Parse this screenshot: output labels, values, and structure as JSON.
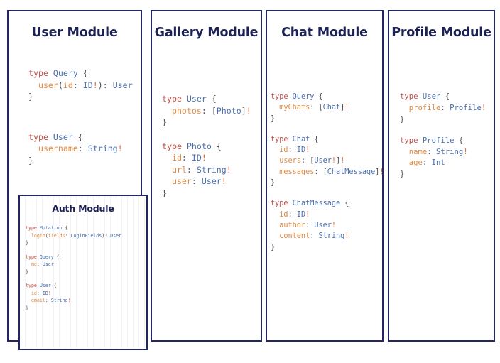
{
  "theme": {
    "border_color": "#232760",
    "title_color": "#1d2254",
    "keyword_color": "#c0504a",
    "typename_color": "#4a6fae",
    "field_color": "#e08a42",
    "bang_color": "#e2693c",
    "brace_color": "#4b4b4b",
    "background": "#ffffff"
  },
  "modules": {
    "user": {
      "title": "User Module",
      "blocks": [
        {
          "lines": [
            [
              {
                "t": "type ",
                "c": "kw"
              },
              {
                "t": "Query",
                "c": "tp"
              },
              {
                "t": " {",
                "c": "br"
              }
            ],
            [
              {
                "t": "  user",
                "c": "fd"
              },
              {
                "t": "(",
                "c": "br"
              },
              {
                "t": "id",
                "c": "fd"
              },
              {
                "t": ": ",
                "c": "pn"
              },
              {
                "t": "ID",
                "c": "tp"
              },
              {
                "t": "!",
                "c": "bang"
              },
              {
                "t": ")",
                "c": "br"
              },
              {
                "t": ": ",
                "c": "pn"
              },
              {
                "t": "User",
                "c": "tp"
              }
            ],
            [
              {
                "t": "}",
                "c": "br"
              }
            ]
          ]
        },
        {
          "lines": [
            [
              {
                "t": "type ",
                "c": "kw"
              },
              {
                "t": "User",
                "c": "tp"
              },
              {
                "t": " {",
                "c": "br"
              }
            ],
            [
              {
                "t": "  username",
                "c": "fd"
              },
              {
                "t": ": ",
                "c": "pn"
              },
              {
                "t": "String",
                "c": "tp"
              },
              {
                "t": "!",
                "c": "bang"
              }
            ],
            [
              {
                "t": "}",
                "c": "br"
              }
            ]
          ]
        }
      ]
    },
    "auth": {
      "title": "Auth Module",
      "blocks": [
        {
          "lines": [
            [
              {
                "t": "type ",
                "c": "kw"
              },
              {
                "t": "Mutation",
                "c": "tp"
              },
              {
                "t": " {",
                "c": "br"
              }
            ],
            [
              {
                "t": "  login",
                "c": "fd"
              },
              {
                "t": "(",
                "c": "br"
              },
              {
                "t": "fields",
                "c": "fd"
              },
              {
                "t": ": ",
                "c": "pn"
              },
              {
                "t": "LoginFields",
                "c": "tp"
              },
              {
                "t": ")",
                "c": "br"
              },
              {
                "t": ": ",
                "c": "pn"
              },
              {
                "t": "User",
                "c": "tp"
              }
            ],
            [
              {
                "t": "}",
                "c": "br"
              }
            ]
          ]
        },
        {
          "lines": [
            [
              {
                "t": "type ",
                "c": "kw"
              },
              {
                "t": "Query",
                "c": "tp"
              },
              {
                "t": " {",
                "c": "br"
              }
            ],
            [
              {
                "t": "  me",
                "c": "fd"
              },
              {
                "t": ": ",
                "c": "pn"
              },
              {
                "t": "User",
                "c": "tp"
              }
            ],
            [
              {
                "t": "}",
                "c": "br"
              }
            ]
          ]
        },
        {
          "lines": [
            [
              {
                "t": "type ",
                "c": "kw"
              },
              {
                "t": "User",
                "c": "tp"
              },
              {
                "t": " {",
                "c": "br"
              }
            ],
            [
              {
                "t": "  id",
                "c": "fd"
              },
              {
                "t": ": ",
                "c": "pn"
              },
              {
                "t": "ID",
                "c": "tp"
              },
              {
                "t": "!",
                "c": "bang"
              }
            ],
            [
              {
                "t": "  email",
                "c": "fd"
              },
              {
                "t": ": ",
                "c": "pn"
              },
              {
                "t": "String",
                "c": "tp"
              },
              {
                "t": "!",
                "c": "bang"
              }
            ],
            [
              {
                "t": "}",
                "c": "br"
              }
            ]
          ]
        }
      ]
    },
    "gallery": {
      "title": "Gallery Module",
      "blocks": [
        {
          "lines": [
            [
              {
                "t": "type ",
                "c": "kw"
              },
              {
                "t": "User",
                "c": "tp"
              },
              {
                "t": " {",
                "c": "br"
              }
            ],
            [
              {
                "t": "  photos",
                "c": "fd"
              },
              {
                "t": ": ",
                "c": "pn"
              },
              {
                "t": "[",
                "c": "br"
              },
              {
                "t": "Photo",
                "c": "tp"
              },
              {
                "t": "]",
                "c": "br"
              },
              {
                "t": "!",
                "c": "bang"
              }
            ],
            [
              {
                "t": "}",
                "c": "br"
              }
            ]
          ]
        },
        {
          "lines": [
            [
              {
                "t": "type ",
                "c": "kw"
              },
              {
                "t": "Photo",
                "c": "tp"
              },
              {
                "t": " {",
                "c": "br"
              }
            ],
            [
              {
                "t": "  id",
                "c": "fd"
              },
              {
                "t": ": ",
                "c": "pn"
              },
              {
                "t": "ID",
                "c": "tp"
              },
              {
                "t": "!",
                "c": "bang"
              }
            ],
            [
              {
                "t": "  url",
                "c": "fd"
              },
              {
                "t": ": ",
                "c": "pn"
              },
              {
                "t": "String",
                "c": "tp"
              },
              {
                "t": "!",
                "c": "bang"
              }
            ],
            [
              {
                "t": "  user",
                "c": "fd"
              },
              {
                "t": ": ",
                "c": "pn"
              },
              {
                "t": "User",
                "c": "tp"
              },
              {
                "t": "!",
                "c": "bang"
              }
            ],
            [
              {
                "t": "}",
                "c": "br"
              }
            ]
          ]
        }
      ]
    },
    "chat": {
      "title": "Chat Module",
      "blocks": [
        {
          "lines": [
            [
              {
                "t": "type ",
                "c": "kw"
              },
              {
                "t": "Query",
                "c": "tp"
              },
              {
                "t": " {",
                "c": "br"
              }
            ],
            [
              {
                "t": "  myChats",
                "c": "fd"
              },
              {
                "t": ": ",
                "c": "pn"
              },
              {
                "t": "[",
                "c": "br"
              },
              {
                "t": "Chat",
                "c": "tp"
              },
              {
                "t": "]",
                "c": "br"
              },
              {
                "t": "!",
                "c": "bang"
              }
            ],
            [
              {
                "t": "}",
                "c": "br"
              }
            ]
          ]
        },
        {
          "lines": [
            [
              {
                "t": "type ",
                "c": "kw"
              },
              {
                "t": "Chat",
                "c": "tp"
              },
              {
                "t": " {",
                "c": "br"
              }
            ],
            [
              {
                "t": "  id",
                "c": "fd"
              },
              {
                "t": ": ",
                "c": "pn"
              },
              {
                "t": "ID",
                "c": "tp"
              },
              {
                "t": "!",
                "c": "bang"
              }
            ],
            [
              {
                "t": "  users",
                "c": "fd"
              },
              {
                "t": ": ",
                "c": "pn"
              },
              {
                "t": "[",
                "c": "br"
              },
              {
                "t": "User",
                "c": "tp"
              },
              {
                "t": "!",
                "c": "bang"
              },
              {
                "t": "]",
                "c": "br"
              },
              {
                "t": "!",
                "c": "bang"
              }
            ],
            [
              {
                "t": "  messages",
                "c": "fd"
              },
              {
                "t": ": ",
                "c": "pn"
              },
              {
                "t": "[",
                "c": "br"
              },
              {
                "t": "ChatMessage",
                "c": "tp"
              },
              {
                "t": "]",
                "c": "br"
              },
              {
                "t": "!",
                "c": "bang"
              }
            ],
            [
              {
                "t": "}",
                "c": "br"
              }
            ]
          ]
        },
        {
          "lines": [
            [
              {
                "t": "type ",
                "c": "kw"
              },
              {
                "t": "ChatMessage",
                "c": "tp"
              },
              {
                "t": " {",
                "c": "br"
              }
            ],
            [
              {
                "t": "  id",
                "c": "fd"
              },
              {
                "t": ": ",
                "c": "pn"
              },
              {
                "t": "ID",
                "c": "tp"
              },
              {
                "t": "!",
                "c": "bang"
              }
            ],
            [
              {
                "t": "  author",
                "c": "fd"
              },
              {
                "t": ": ",
                "c": "pn"
              },
              {
                "t": "User",
                "c": "tp"
              },
              {
                "t": "!",
                "c": "bang"
              }
            ],
            [
              {
                "t": "  content",
                "c": "fd"
              },
              {
                "t": ": ",
                "c": "pn"
              },
              {
                "t": "String",
                "c": "tp"
              },
              {
                "t": "!",
                "c": "bang"
              }
            ],
            [
              {
                "t": "}",
                "c": "br"
              }
            ]
          ]
        }
      ]
    },
    "profile": {
      "title": "Profile Module",
      "blocks": [
        {
          "lines": [
            [
              {
                "t": "type ",
                "c": "kw"
              },
              {
                "t": "User",
                "c": "tp"
              },
              {
                "t": " {",
                "c": "br"
              }
            ],
            [
              {
                "t": "  profile",
                "c": "fd"
              },
              {
                "t": ": ",
                "c": "pn"
              },
              {
                "t": "Profile",
                "c": "tp"
              },
              {
                "t": "!",
                "c": "bang"
              }
            ],
            [
              {
                "t": "}",
                "c": "br"
              }
            ]
          ]
        },
        {
          "lines": [
            [
              {
                "t": "type ",
                "c": "kw"
              },
              {
                "t": "Profile",
                "c": "tp"
              },
              {
                "t": " {",
                "c": "br"
              }
            ],
            [
              {
                "t": "  name",
                "c": "fd"
              },
              {
                "t": ": ",
                "c": "pn"
              },
              {
                "t": "String",
                "c": "tp"
              },
              {
                "t": "!",
                "c": "bang"
              }
            ],
            [
              {
                "t": "  age",
                "c": "fd"
              },
              {
                "t": ": ",
                "c": "pn"
              },
              {
                "t": "Int",
                "c": "tp"
              }
            ],
            [
              {
                "t": "}",
                "c": "br"
              }
            ]
          ]
        }
      ]
    }
  }
}
